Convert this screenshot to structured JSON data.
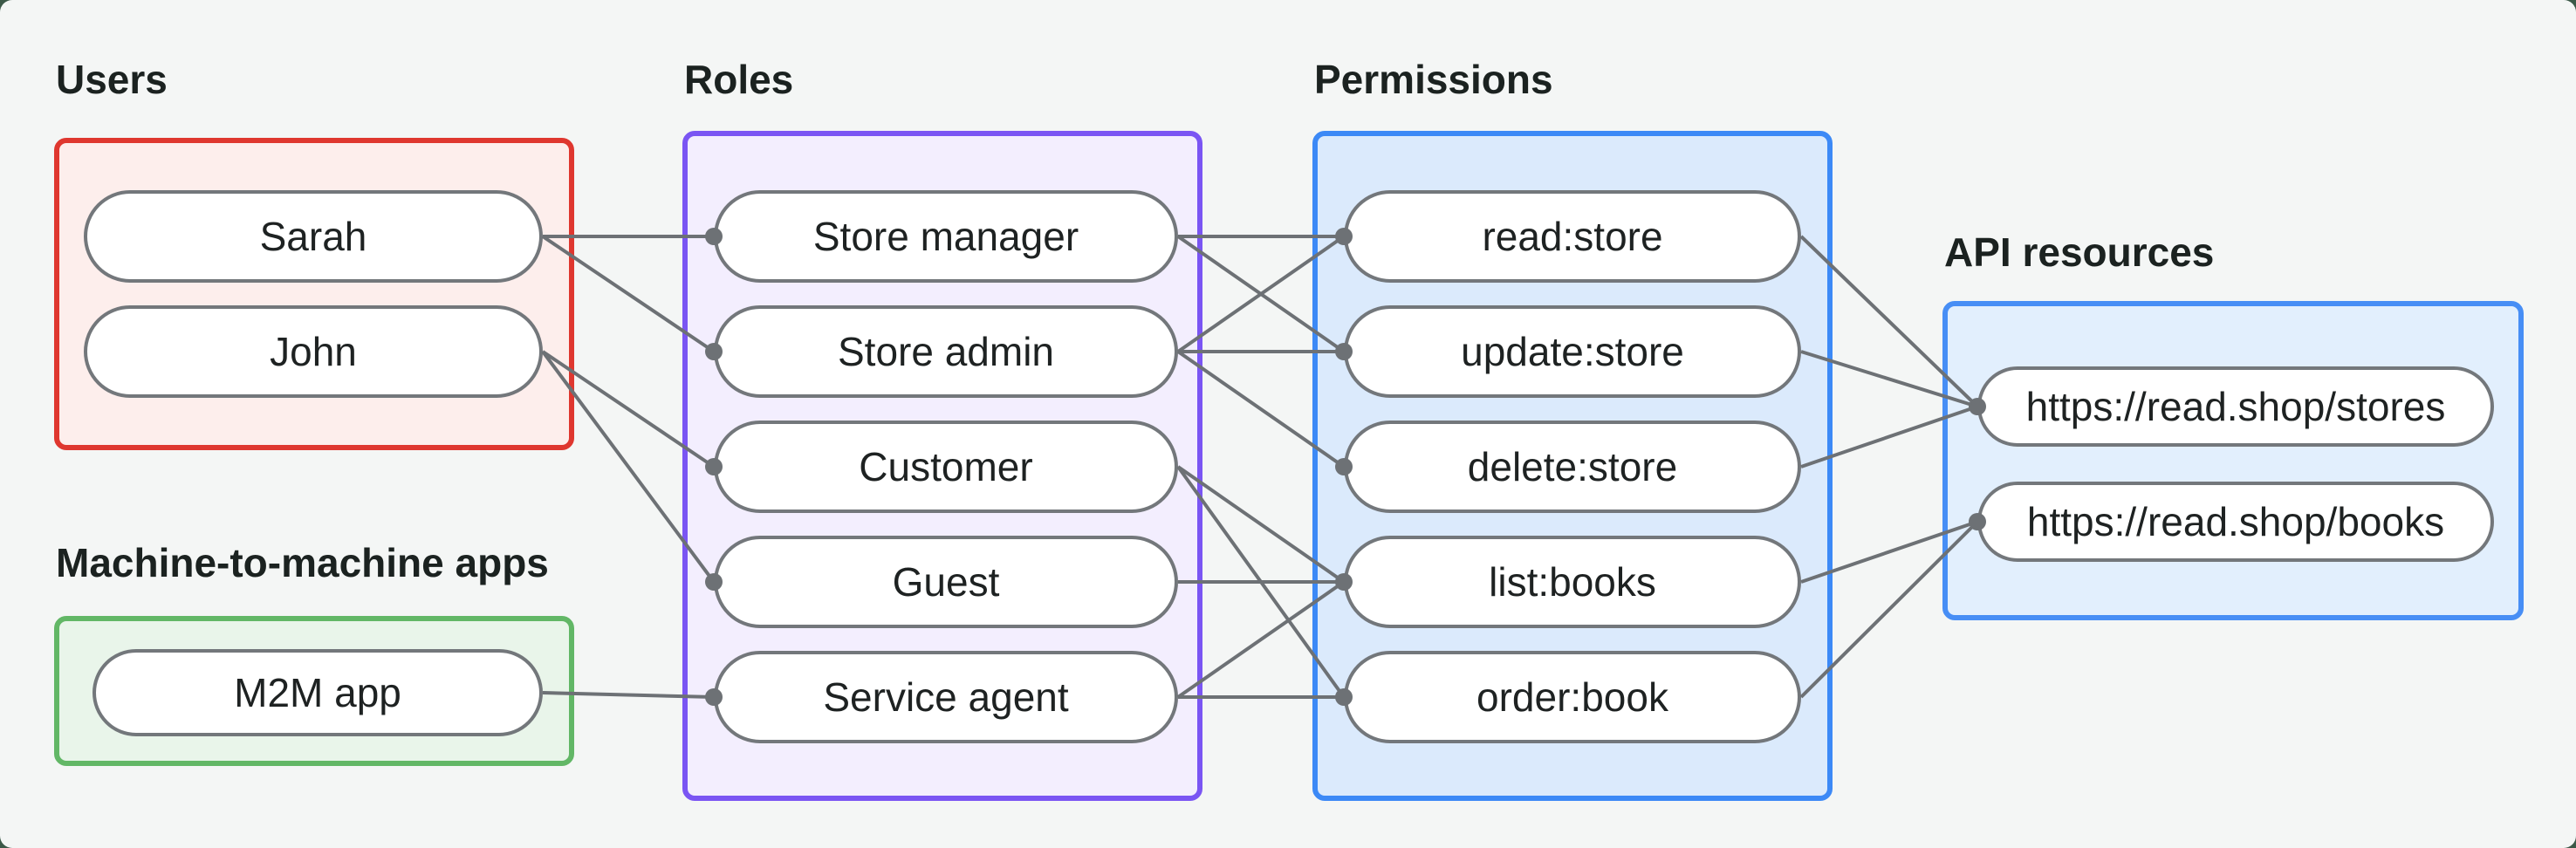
{
  "canvas": {
    "background": "#f4f6f5",
    "outer_background": "#3c5948",
    "edge_color": "#6d7175",
    "dot_color": "#6d7175",
    "pill_fill": "#ffffff",
    "pill_border": "#73777b",
    "pill_text_color": "#1e2222",
    "label_text_color": "#1b2220"
  },
  "groups": [
    {
      "id": "users",
      "label": "Users",
      "border_color": "#df372f",
      "fill_color": "#fdeeec",
      "nodes": [
        {
          "id": "sarah",
          "label": "Sarah"
        },
        {
          "id": "john",
          "label": "John"
        }
      ]
    },
    {
      "id": "m2m",
      "label": "Machine-to-machine apps",
      "border_color": "#62b766",
      "fill_color": "#e9f5ea",
      "nodes": [
        {
          "id": "m2m_app",
          "label": "M2M app"
        }
      ]
    },
    {
      "id": "roles",
      "label": "Roles",
      "border_color": "#7a55f3",
      "fill_color": "#f3eefe",
      "nodes": [
        {
          "id": "store_manager",
          "label": "Store manager"
        },
        {
          "id": "store_admin",
          "label": "Store admin"
        },
        {
          "id": "customer",
          "label": "Customer"
        },
        {
          "id": "guest",
          "label": "Guest"
        },
        {
          "id": "service_agent",
          "label": "Service agent"
        }
      ]
    },
    {
      "id": "permissions",
      "label": "Permissions",
      "border_color": "#3c89f6",
      "fill_color": "#dbeafc",
      "nodes": [
        {
          "id": "read_store",
          "label": "read:store"
        },
        {
          "id": "update_store",
          "label": "update:store"
        },
        {
          "id": "delete_store",
          "label": "delete:store"
        },
        {
          "id": "list_books",
          "label": "list:books"
        },
        {
          "id": "order_book",
          "label": "order:book"
        }
      ]
    },
    {
      "id": "api",
      "label": "API resources",
      "border_color": "#478ef5",
      "fill_color": "#e2effd",
      "nodes": [
        {
          "id": "stores_api",
          "label": "https://read.shop/stores"
        },
        {
          "id": "books_api",
          "label": "https://read.shop/books"
        }
      ]
    }
  ],
  "edges": [
    {
      "from": "sarah",
      "to": "store_manager"
    },
    {
      "from": "sarah",
      "to": "store_admin"
    },
    {
      "from": "john",
      "to": "customer"
    },
    {
      "from": "john",
      "to": "guest"
    },
    {
      "from": "m2m_app",
      "to": "service_agent"
    },
    {
      "from": "store_manager",
      "to": "read_store"
    },
    {
      "from": "store_manager",
      "to": "update_store"
    },
    {
      "from": "store_admin",
      "to": "read_store"
    },
    {
      "from": "store_admin",
      "to": "update_store"
    },
    {
      "from": "store_admin",
      "to": "delete_store"
    },
    {
      "from": "customer",
      "to": "list_books"
    },
    {
      "from": "customer",
      "to": "order_book"
    },
    {
      "from": "guest",
      "to": "list_books"
    },
    {
      "from": "service_agent",
      "to": "list_books"
    },
    {
      "from": "service_agent",
      "to": "order_book"
    },
    {
      "from": "read_store",
      "to": "stores_api"
    },
    {
      "from": "update_store",
      "to": "stores_api"
    },
    {
      "from": "delete_store",
      "to": "stores_api"
    },
    {
      "from": "list_books",
      "to": "books_api"
    },
    {
      "from": "order_book",
      "to": "books_api"
    }
  ]
}
